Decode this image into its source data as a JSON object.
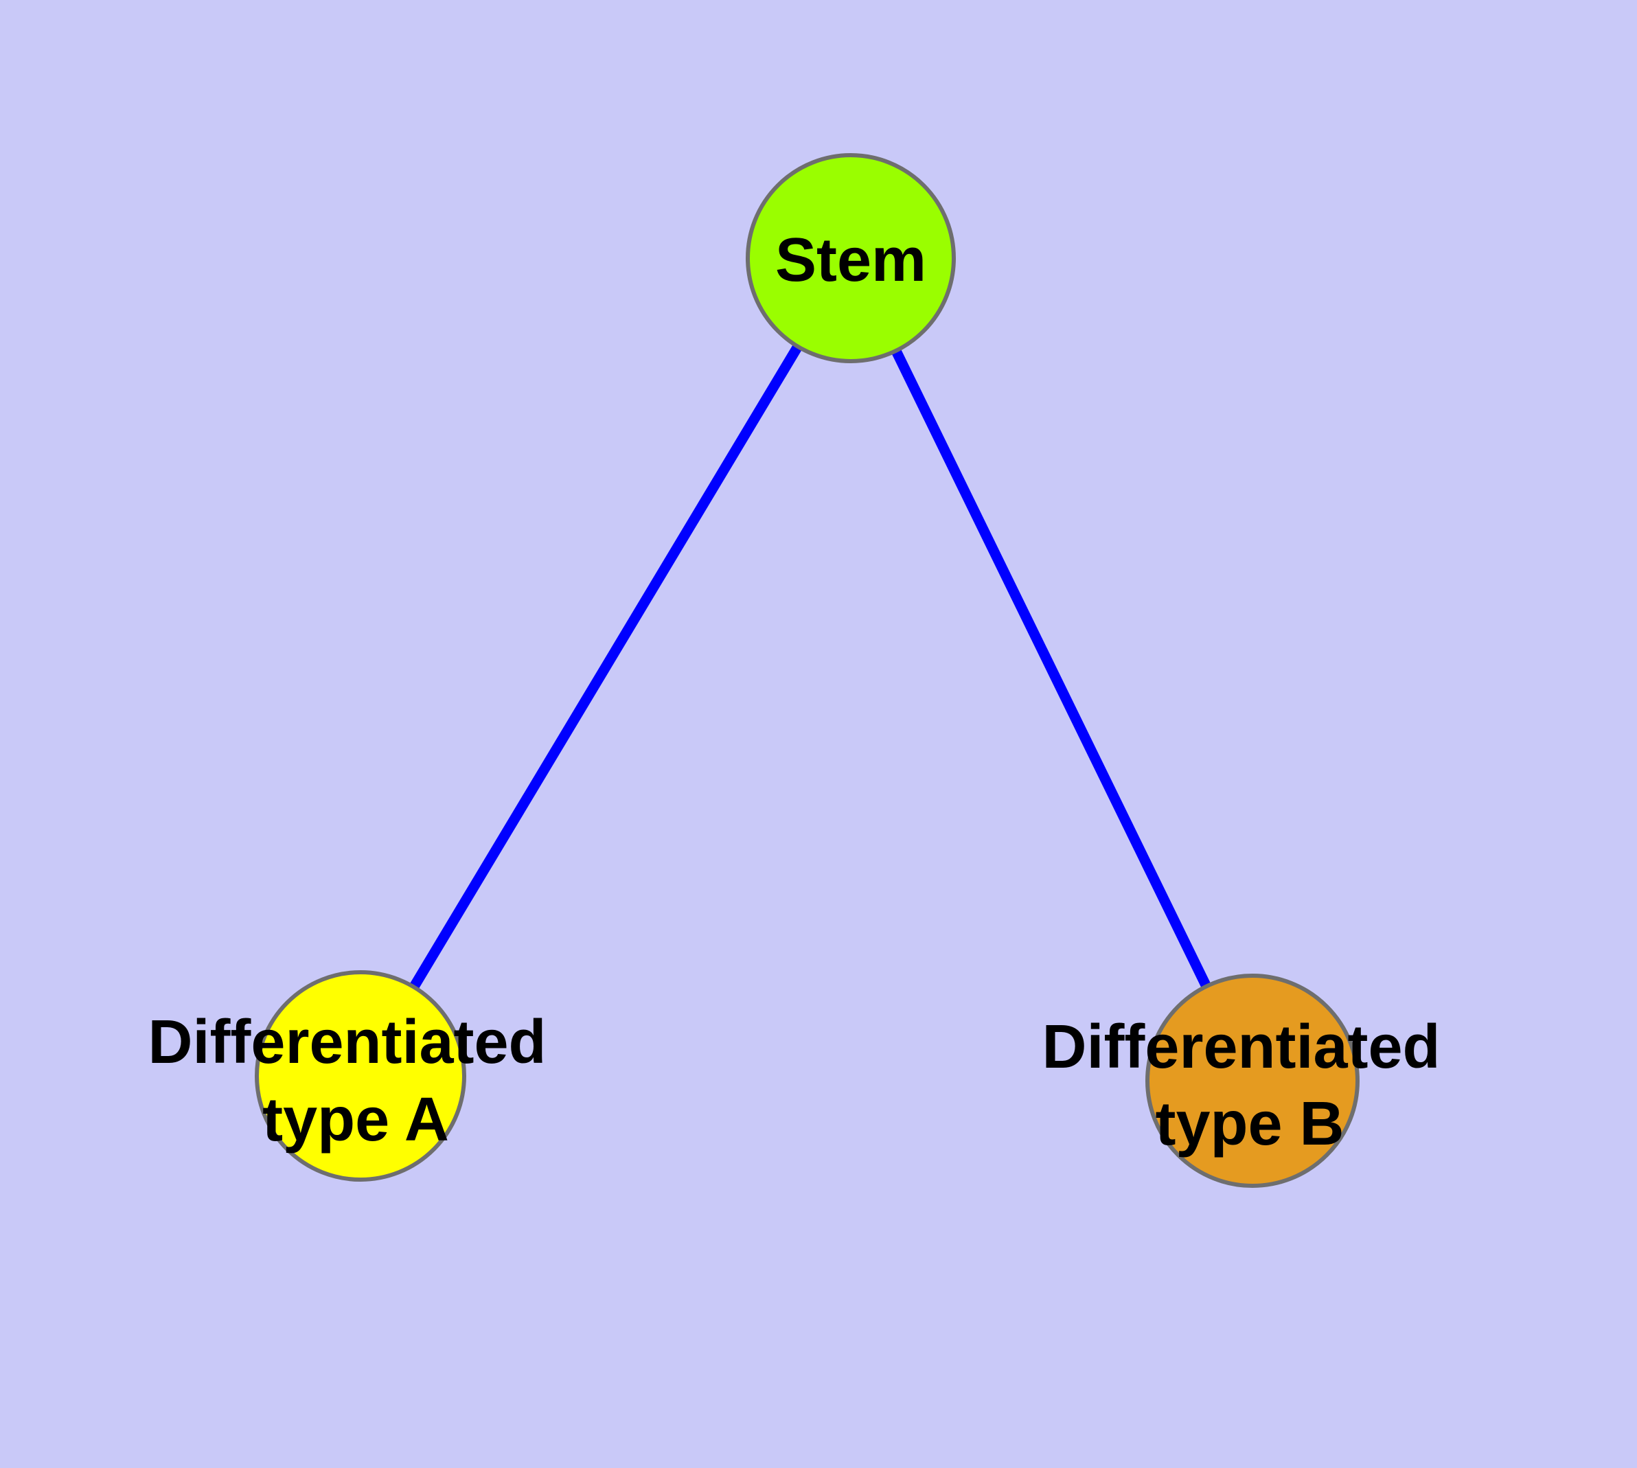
{
  "diagram": {
    "background_color": "#C9C9F8",
    "edge_color": "#0000FF",
    "node_border_color": "#6E6E6E",
    "label_color": "#000000",
    "nodes": [
      {
        "label": "Stem",
        "fill_color": "#9AFE00"
      },
      {
        "label": "Differentiated type A",
        "label_lines": [
          "Differentiated",
          "type A"
        ],
        "fill_color": "#FFFF00"
      },
      {
        "label": "Differentiated type B",
        "label_lines": [
          "Differentiated",
          "type B"
        ],
        "fill_color": "#E59B20"
      }
    ],
    "edges": [
      {
        "from": "Stem",
        "to": "Differentiated type A"
      },
      {
        "from": "Stem",
        "to": "Differentiated type B"
      }
    ]
  }
}
